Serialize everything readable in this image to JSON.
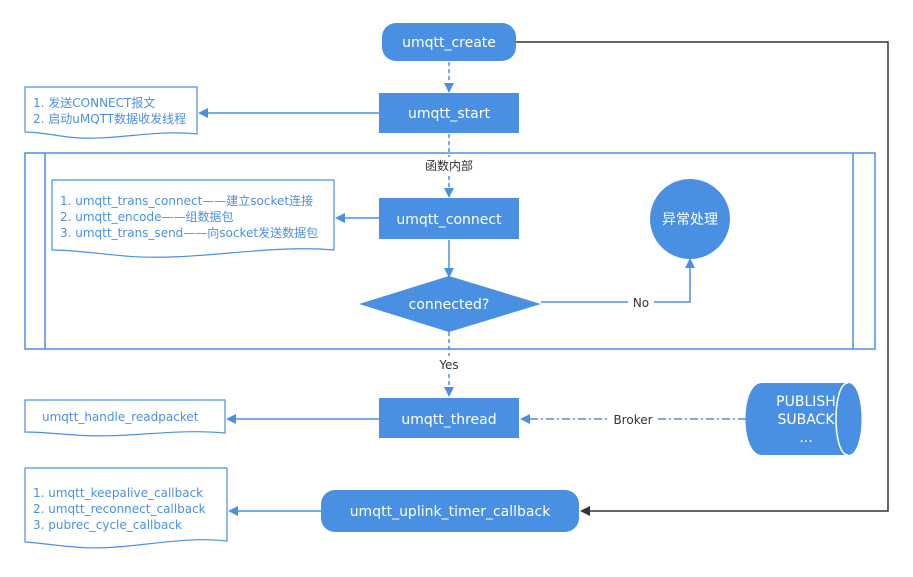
{
  "colors": {
    "node_fill": "#4a90e2",
    "node_text": "#ffffff",
    "note_border": "#4a90e2",
    "note_text": "#4a90e2",
    "edge": "#4a90e2",
    "black_edge": "#333333"
  },
  "nodes": {
    "create": "umqtt_create",
    "start": "umqtt_start",
    "connect": "umqtt_connect",
    "decision": "connected?",
    "exception": "异常处理",
    "thread": "umqtt_thread",
    "uplink": "umqtt_uplink_timer_callback",
    "publish": [
      "PUBLISH",
      "SUBACK",
      "..."
    ]
  },
  "notes": {
    "start": [
      "1. 发送CONNECT报文",
      "2. 启动uMQTT数据收发线程"
    ],
    "connect": [
      "1. umqtt_trans_connect——建立socket连接",
      "2. umqtt_encode——组数据包",
      "3. umqtt_trans_send——向socket发送数据包"
    ],
    "thread": [
      "umqtt_handle_readpacket"
    ],
    "uplink": [
      "1. umqtt_keepalive_callback",
      "2. umqtt_reconnect_callback",
      "3. pubrec_cycle_callback"
    ]
  },
  "labels": {
    "subprocess": "函数内部",
    "no": "No",
    "yes": "Yes",
    "broker": "Broker"
  }
}
